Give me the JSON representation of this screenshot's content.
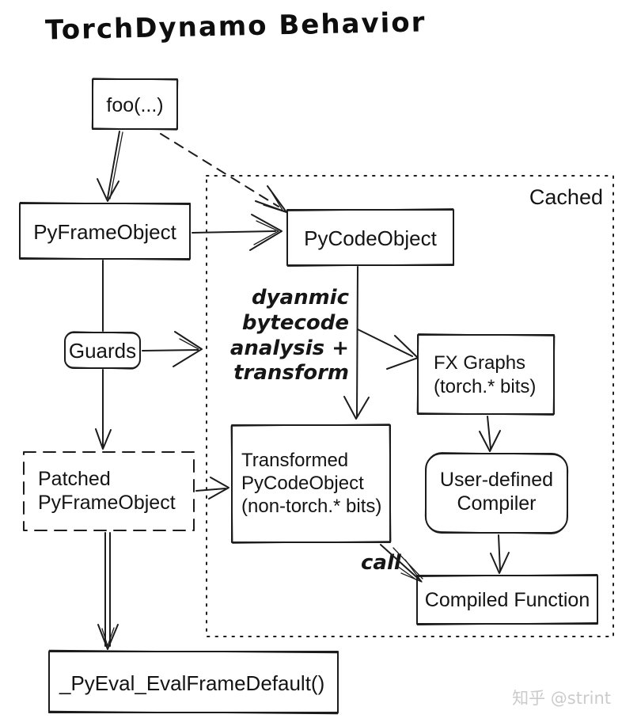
{
  "title": "TorchDynamo Behavior",
  "watermark": "知乎 @strint",
  "region": {
    "cached_label": "Cached"
  },
  "nodes": {
    "foo": {
      "label": "foo(...)"
    },
    "py_frame_object": {
      "label": "PyFrameObject"
    },
    "py_code_object": {
      "label": "PyCodeObject"
    },
    "guards": {
      "label": "Guards"
    },
    "patched_py_frame_object": {
      "lines": [
        "Patched",
        "PyFrameObject"
      ]
    },
    "fx_graphs": {
      "lines": [
        "FX Graphs",
        "(torch.* bits)"
      ]
    },
    "transformed_py_code_object": {
      "lines": [
        "Transformed",
        "PyCodeObject",
        "(non-torch.* bits)"
      ]
    },
    "user_defined_compiler": {
      "lines": [
        "User-defined",
        "Compiler"
      ]
    },
    "compiled_function": {
      "label": "Compiled Function"
    },
    "py_eval": {
      "label": "_PyEval_EvalFrameDefault()"
    }
  },
  "annotations": {
    "bytecode_transform": {
      "lines": [
        "dyanmic",
        "bytecode",
        "analysis +",
        "transform"
      ]
    },
    "call_label": "call"
  },
  "colors": {
    "ink": "#1c1c1c",
    "watermark_gray": "#cbcbcb",
    "background": "#ffffff"
  }
}
